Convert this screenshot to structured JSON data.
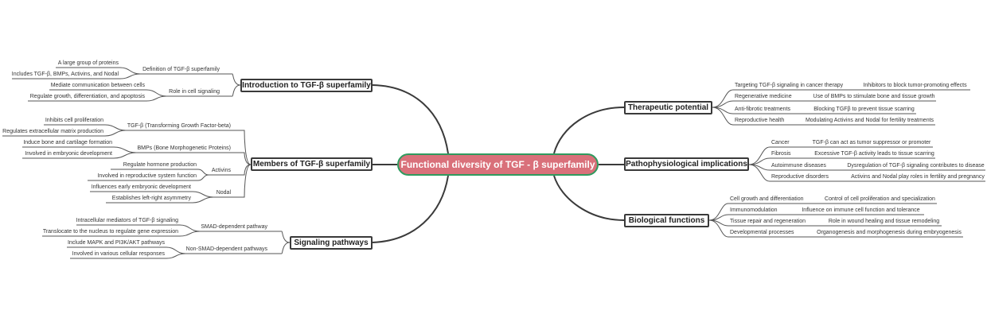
{
  "center": {
    "label": "Functional diversity of TGF - β superfamily"
  },
  "left": [
    {
      "label": "Introduction to TGF-β superfamily",
      "children": [
        {
          "label": "Definition of TGF-β superfamily",
          "leaves": [
            "A large group of proteins",
            "Includes TGF-β, BMPs, Activins, and Nodal"
          ]
        },
        {
          "label": "Role in cell signaling",
          "leaves": [
            "Mediate communication between cells",
            "Regulate growth, differentiation, and apoptosis"
          ]
        }
      ]
    },
    {
      "label": "Members of TGF-β superfamily",
      "children": [
        {
          "label": "TGF-β (Transforming Growth Factor-beta)",
          "leaves": [
            "Inhibits cell proliferation",
            "Regulates extracellular matrix production"
          ]
        },
        {
          "label": "BMPs (Bone Morphogenetic Proteins)",
          "leaves": [
            "Induce bone and cartilage formation",
            "Involved in embryonic development"
          ]
        },
        {
          "label": "Activins",
          "leaves": [
            "Regulate hormone production",
            "Involved in reproductive system function"
          ]
        },
        {
          "label": "Nodal",
          "leaves": [
            "Influences early embryonic development",
            "Establishes left-right asymmetry"
          ]
        }
      ]
    },
    {
      "label": "Signaling pathways",
      "children": [
        {
          "label": "SMAD-dependent pathway",
          "leaves": [
            "Intracellular mediators of TGF-β signaling",
            "Translocate to the nucleus to regulate gene expression"
          ]
        },
        {
          "label": "Non-SMAD-dependent pathways",
          "leaves": [
            "Include MAPK and PI3K/AKT pathways",
            "Involved in various cellular responses"
          ]
        }
      ]
    }
  ],
  "right": [
    {
      "label": "Therapeutic potential",
      "children": [
        {
          "label": "Targeting TGF-β signaling in cancer therapy",
          "leaf": "Inhibitors to block tumor-promoting effects"
        },
        {
          "label": "Regenerative medicine",
          "leaf": "Use of BMPs to stimulate bone and tissue growth"
        },
        {
          "label": "Anti-fibrotic treatments",
          "leaf": "Blocking TGFβ to prevent tissue scarring"
        },
        {
          "label": "Reproductive health",
          "leaf": "Modulating Activins and Nodal for fertility treatments"
        }
      ]
    },
    {
      "label": "Pathophysiological implications",
      "children": [
        {
          "label": "Cancer",
          "leaf": "TGF-β can act as tumor suppressor or promoter"
        },
        {
          "label": "Fibrosis",
          "leaf": "Excessive TGF-β activity leads to tissue scarring"
        },
        {
          "label": "Autoimmune diseases",
          "leaf": "Dysregulation of TGF-β signaling contributes to disease"
        },
        {
          "label": "Reproductive disorders",
          "leaf": "Activins and Nodal play roles in fertility and pregnancy"
        }
      ]
    },
    {
      "label": "Biological functions",
      "children": [
        {
          "label": "Cell growth and differentiation",
          "leaf": "Control of cell proliferation and specialization"
        },
        {
          "label": "Immunomodulation",
          "leaf": "Influence on immune cell function and tolerance"
        },
        {
          "label": "Tissue repair and regeneration",
          "leaf": "Role in wound healing and tissue remodeling"
        },
        {
          "label": "Developmental processes",
          "leaf": "Organogenesis and morphogenesis during embryogenesis"
        }
      ]
    }
  ],
  "colors": {
    "center_fill": "#d9707a",
    "center_border": "#2e9a5e",
    "line": "#3a3a3a",
    "thin_line": "#555555"
  }
}
